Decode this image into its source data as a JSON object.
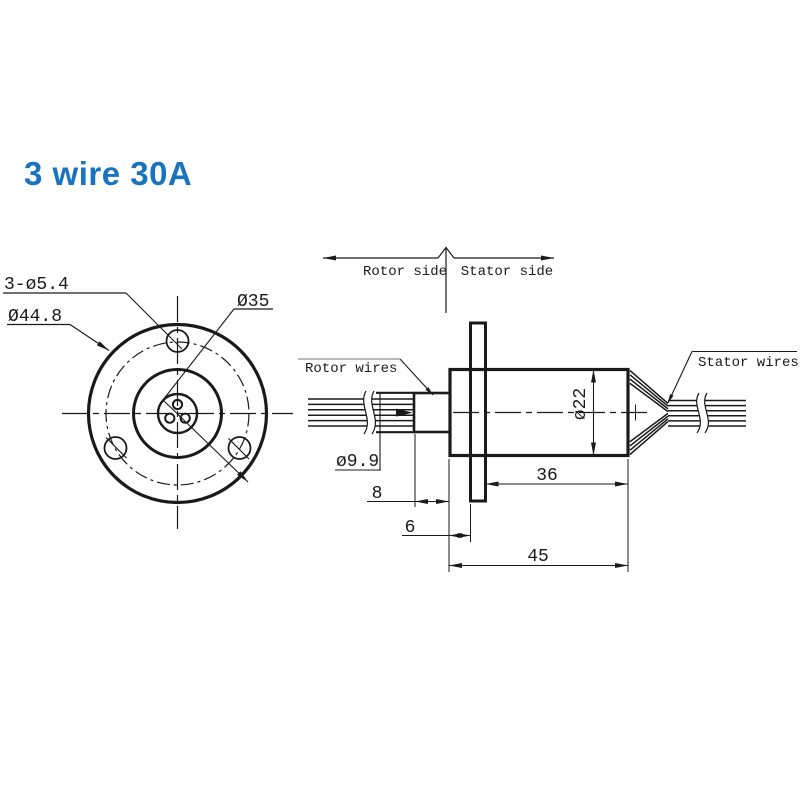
{
  "title": {
    "text": "3 wire 30A",
    "color": "#1a73be"
  },
  "front_view": {
    "bolt_holes_label": "3-ø5.4",
    "flange_diameter_label": "Ø44.8",
    "bolt_circle_label": "Ø35"
  },
  "side_view": {
    "rotor_side_label": "Rotor side",
    "stator_side_label": "Stator side",
    "rotor_wires_label": "Rotor wires",
    "stator_wires_label": "Stator wires",
    "shaft_diameter": "ø9.9",
    "shaft_length": "8",
    "front_protrusion": "6",
    "rear_length": "36",
    "overall_length": "45",
    "body_diameter": "ø22"
  }
}
